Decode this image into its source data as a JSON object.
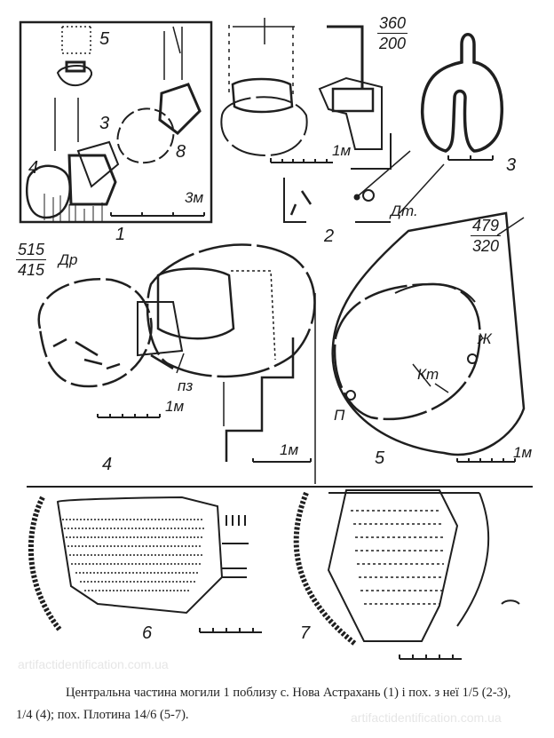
{
  "watermark": "artifactidentification.com.ua",
  "figure": {
    "panel_numbers": [
      "1",
      "2",
      "3",
      "4",
      "5",
      "6",
      "7"
    ],
    "panel1": {
      "labels": [
        "5",
        "3",
        "4",
        "8"
      ],
      "scale": "3м"
    },
    "panel2": {
      "scale": "1м",
      "depth_top": "360",
      "depth_bottom": "200",
      "label_dt": "Дт."
    },
    "panel4": {
      "depth_top": "515",
      "depth_bottom": "415",
      "label_dr": "Др",
      "label_pz": "пз",
      "scale_a": "1м",
      "scale_b": "1м"
    },
    "panel5": {
      "depth_top": "479",
      "depth_bottom": "320",
      "label_kt": "Кт",
      "label_zh": "Ж",
      "label_p": "П",
      "scale": "1м"
    }
  },
  "caption": {
    "line1": "Центральна частина могили 1 поблизу с. Нова Астрахань (1) і пох. з неї 1/5 (2-3),",
    "line2": "1/4 (4); пох. Плотина 14/6 (5-7)."
  }
}
